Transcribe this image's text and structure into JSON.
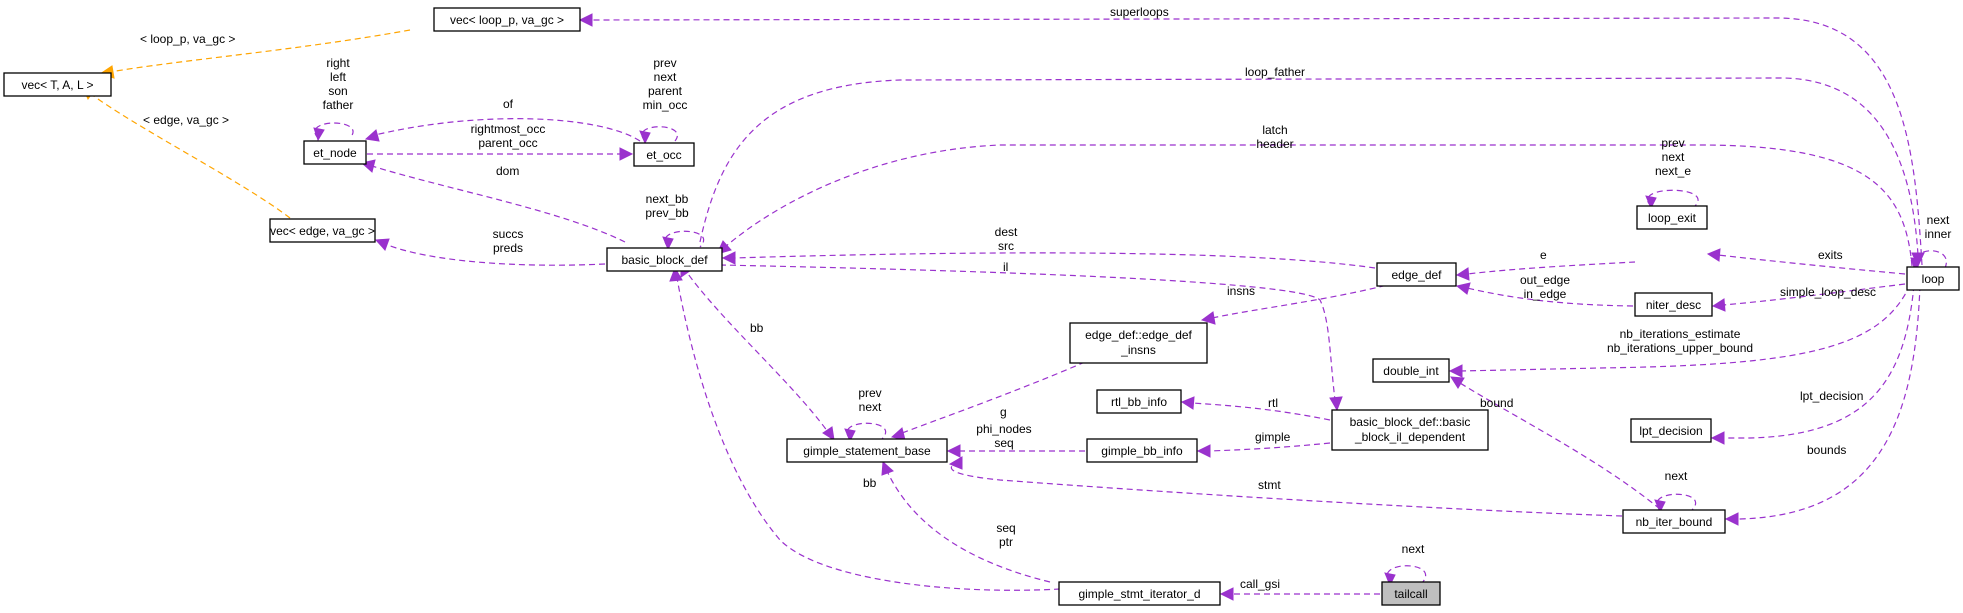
{
  "colors": {
    "member_edge": "#9a32cd",
    "template_edge": "#ffa500",
    "highlight_fill": "#bfbfbf"
  },
  "nodes": {
    "vec_T_A_L": "vec< T, A, L >",
    "vec_loop_p": "vec< loop_p, va_gc >",
    "vec_edge": "vec< edge, va_gc >",
    "et_node": "et_node",
    "et_occ": "et_occ",
    "basic_block_def": "basic_block_def",
    "edge_def": "edge_def",
    "edge_def_insns_1": "edge_def::edge_def",
    "edge_def_insns_2": "_insns",
    "gimple_statement_base": "gimple_statement_base",
    "rtl_bb_info": "rtl_bb_info",
    "gimple_bb_info": "gimple_bb_info",
    "bb_il_dep_1": "basic_block_def::basic",
    "bb_il_dep_2": "_block_il_dependent",
    "double_int": "double_int",
    "loop_exit": "loop_exit",
    "niter_desc": "niter_desc",
    "loop": "loop",
    "lpt_decision": "lpt_decision",
    "nb_iter_bound": "nb_iter_bound",
    "gimple_stmt_iterator_d": "gimple_stmt_iterator_d",
    "tailcall": "tailcall"
  },
  "edge_labels": {
    "loop_p_va_gc": "< loop_p, va_gc >",
    "edge_va_gc": "< edge, va_gc >",
    "superloops": "superloops",
    "loop_father": "loop_father",
    "et_node_self": [
      "right",
      "left",
      "son",
      "father"
    ],
    "et_occ_self": [
      "prev",
      "next",
      "parent",
      "min_occ"
    ],
    "of": "of",
    "rightmost_occ": [
      "rightmost_occ",
      "parent_occ"
    ],
    "dom": "dom",
    "latch_header": [
      "latch",
      "header"
    ],
    "bb_self": [
      "next_bb",
      "prev_bb"
    ],
    "succs_preds": [
      "succs",
      "preds"
    ],
    "dest_src": [
      "dest",
      "src"
    ],
    "il": "il",
    "insns": "insns",
    "e": "e",
    "loop_exit_self": [
      "prev",
      "next",
      "next_e"
    ],
    "exits": "exits",
    "out_in_edge": [
      "out_edge",
      "in_edge"
    ],
    "simple_loop_desc": "simple_loop_desc",
    "loop_self": [
      "next",
      "inner"
    ],
    "nb_iterations": [
      "nb_iterations_estimate",
      "nb_iterations_upper_bound"
    ],
    "bb_to_gsb": "bb",
    "g": "g",
    "gsb_self": [
      "prev",
      "next"
    ],
    "phi_nodes_seq": [
      "phi_nodes",
      "seq"
    ],
    "rtl": "rtl",
    "gimple": "gimple",
    "bound": "bound",
    "lpt_decision": "lpt_decision",
    "bounds": "bounds",
    "nib_self": "next",
    "stmt": "stmt",
    "bb_long": "bb",
    "seq_ptr": [
      "seq",
      "ptr"
    ],
    "call_gsi": "call_gsi",
    "tailcall_self": "next"
  }
}
